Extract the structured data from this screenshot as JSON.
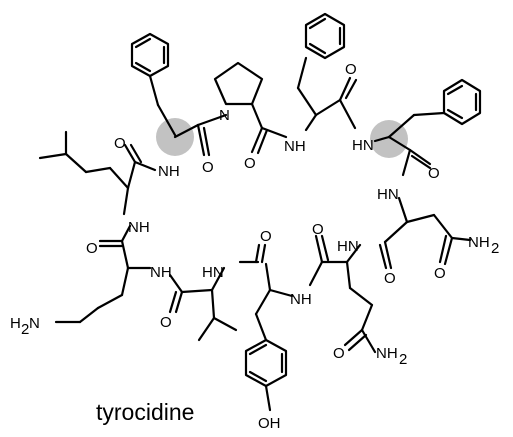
{
  "caption": "tyrocidine",
  "highlight_color": "#9a9a9a",
  "atom_labels": {
    "nh_a": "NH",
    "nh_b": "NH",
    "hn_c": "HN",
    "hn_d": "HN",
    "nh_e": "NH",
    "nh_f": "NH",
    "hn_g": "HN",
    "hn_h": "HN",
    "nh_i": "NH",
    "n_pro": "N",
    "o1": "O",
    "o2": "O",
    "o3": "O",
    "o4": "O",
    "o5": "O",
    "o6": "O",
    "o7": "O",
    "o8": "O",
    "o9": "O",
    "o10": "O",
    "o11": "O",
    "o12": "O",
    "nh2_a": "NH",
    "nh2_b": "NH",
    "h2n": "H",
    "oh": "OH"
  },
  "subscripts": {
    "two_a": "2",
    "two_b": "2",
    "two_c": "2",
    "h2n_n": "N"
  }
}
